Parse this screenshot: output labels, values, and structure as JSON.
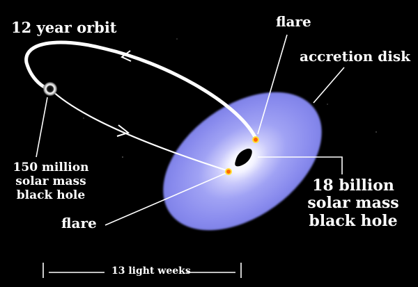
{
  "labels": {
    "orbit": "12 year orbit",
    "flare_top": "flare",
    "accretion_disk": "accretion disk",
    "small_black_hole": [
      "150 million",
      "solar mass",
      "black hole"
    ],
    "big_black_hole": [
      "18 billion",
      "solar mass",
      "black hole"
    ],
    "flare_bottom": "flare",
    "scale_bar": "13 light weeks"
  },
  "colors": {
    "background": "#000000",
    "disk": "#8c8ef0",
    "disk_glow": "#ffffff",
    "orbit": "#ffffff",
    "flare_fill": "#ff7a00",
    "flare_ring": "#ffe040",
    "text": "#ffffff"
  }
}
